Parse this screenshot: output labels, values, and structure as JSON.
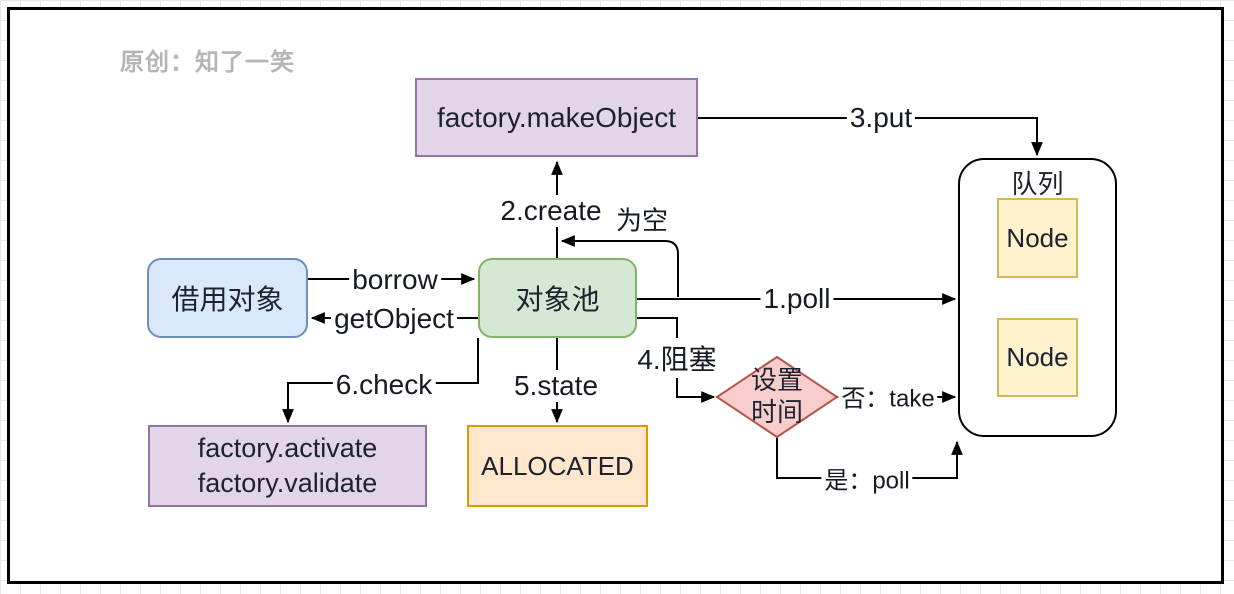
{
  "watermark": "原创：知了一笑",
  "diagram": {
    "factory_make": "factory.makeObject",
    "borrowed_object": "借用对象",
    "object_pool": "对象池",
    "queue_title": "队列",
    "node_top": "Node",
    "node_bottom": "Node",
    "factory_activate": "factory.activate",
    "factory_validate": "factory.validate",
    "allocated": "ALLOCATED",
    "timer_line1": "设置",
    "timer_line2": "时间"
  },
  "edge_labels": {
    "borrow": "borrow",
    "get_object": "getObject",
    "create": "2.create",
    "empty": "为空",
    "put": "3.put",
    "poll": "1.poll",
    "block": "4.阻塞",
    "no_take": "否：take",
    "yes_poll": "是：poll",
    "check": "6.check",
    "state": "5.state"
  },
  "colors": {
    "purple_fill": "#E1D5E7",
    "purple_stroke": "#9673A6",
    "blue_fill": "#DAE8FC",
    "blue_stroke": "#6C8EBF",
    "green_fill": "#D5E8D4",
    "green_stroke": "#82B366",
    "yellow_fill": "#FFF2CC",
    "yellow_stroke": "#D6B656",
    "orange_fill": "#FFE6CC",
    "orange_stroke": "#D79B00",
    "red_fill": "#F8CECC",
    "red_stroke": "#B85450",
    "line": "#000000",
    "watermark_gray": "#B5B5B5"
  }
}
